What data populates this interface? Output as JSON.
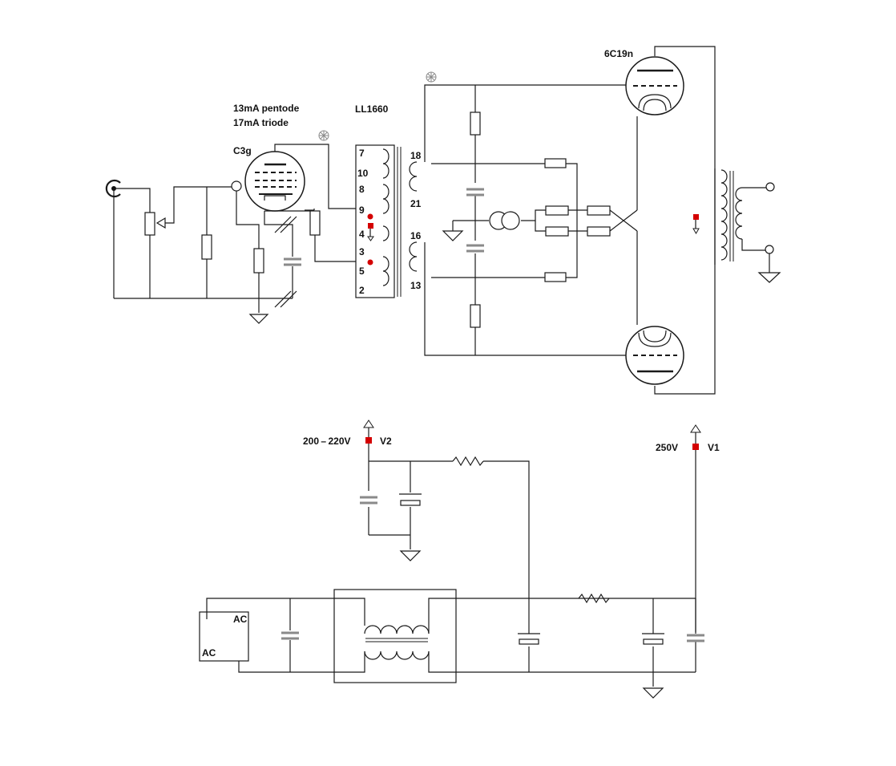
{
  "labels": {
    "current_pentode": "13mA  pentode",
    "current_triode": "17mA  triode",
    "input_tube": "C3g",
    "interstage_transformer": "LL1660",
    "output_tube": "6C19n",
    "pin_7": "7",
    "pin_10": "10",
    "pin_8": "8",
    "pin_9": "9",
    "pin_4": "4",
    "pin_3": "3",
    "pin_5": "5",
    "pin_2": "2",
    "pin_18": "18",
    "pin_21": "21",
    "pin_16": "16",
    "pin_13": "13",
    "supply_v2_voltage": "200 – 220V",
    "supply_v2_name": "V2",
    "supply_v1_voltage": "250V",
    "supply_v1_name": "V1",
    "ac_label_top": "AC",
    "ac_label_bottom": "AC"
  },
  "colors": {
    "wire": "#1a1a1a",
    "capacitor": "#8a8a8a",
    "test_point": "#d40000"
  }
}
